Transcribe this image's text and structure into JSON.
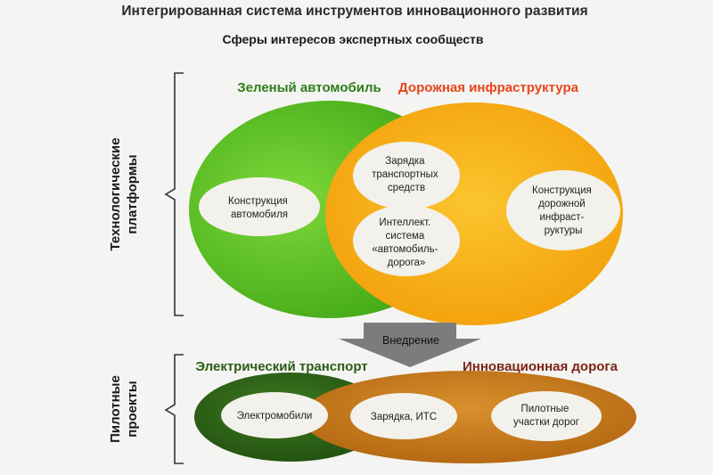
{
  "header": {
    "title": "Интегрированная система инструментов инновационного развития",
    "subtitle": "Сферы интересов экспертных сообществ"
  },
  "sections": {
    "top_label": [
      "Технологические",
      "платформы"
    ],
    "bottom_label": [
      "Пилотные",
      "проекты"
    ]
  },
  "top": {
    "green_title": "Зеленый автомобиль",
    "orange_title": "Дорожная инфраструктура",
    "left_node": [
      "Конструкция",
      "автомобиля"
    ],
    "charging_node": [
      "Зарядка",
      "транспортных",
      "средств"
    ],
    "its_node": [
      "Интеллект.",
      "система",
      "«автомобиль-",
      "дорога»"
    ],
    "right_node": [
      "Конструкция",
      "дорожной",
      "инфраст-",
      "руктуры"
    ]
  },
  "arrow_label": "Внедрение",
  "bottom": {
    "green_title": "Электрический транспорт",
    "orange_title": "Инновационная дорога",
    "left_node": "Электромобили",
    "middle_node": "Зарядка, ИТС",
    "right_node": [
      "Пилотные",
      "участки дорог"
    ]
  },
  "colors": {
    "green_title": "#2e7d1a",
    "orange_title": "#e8451b",
    "dark_green": "#2a5c16",
    "dark_red": "#7a2416",
    "green_fill": "#5ec322",
    "orange_fill": "#f7ad10",
    "brown_fill": "#c77b1b",
    "arrow": "#7c7c7c"
  }
}
